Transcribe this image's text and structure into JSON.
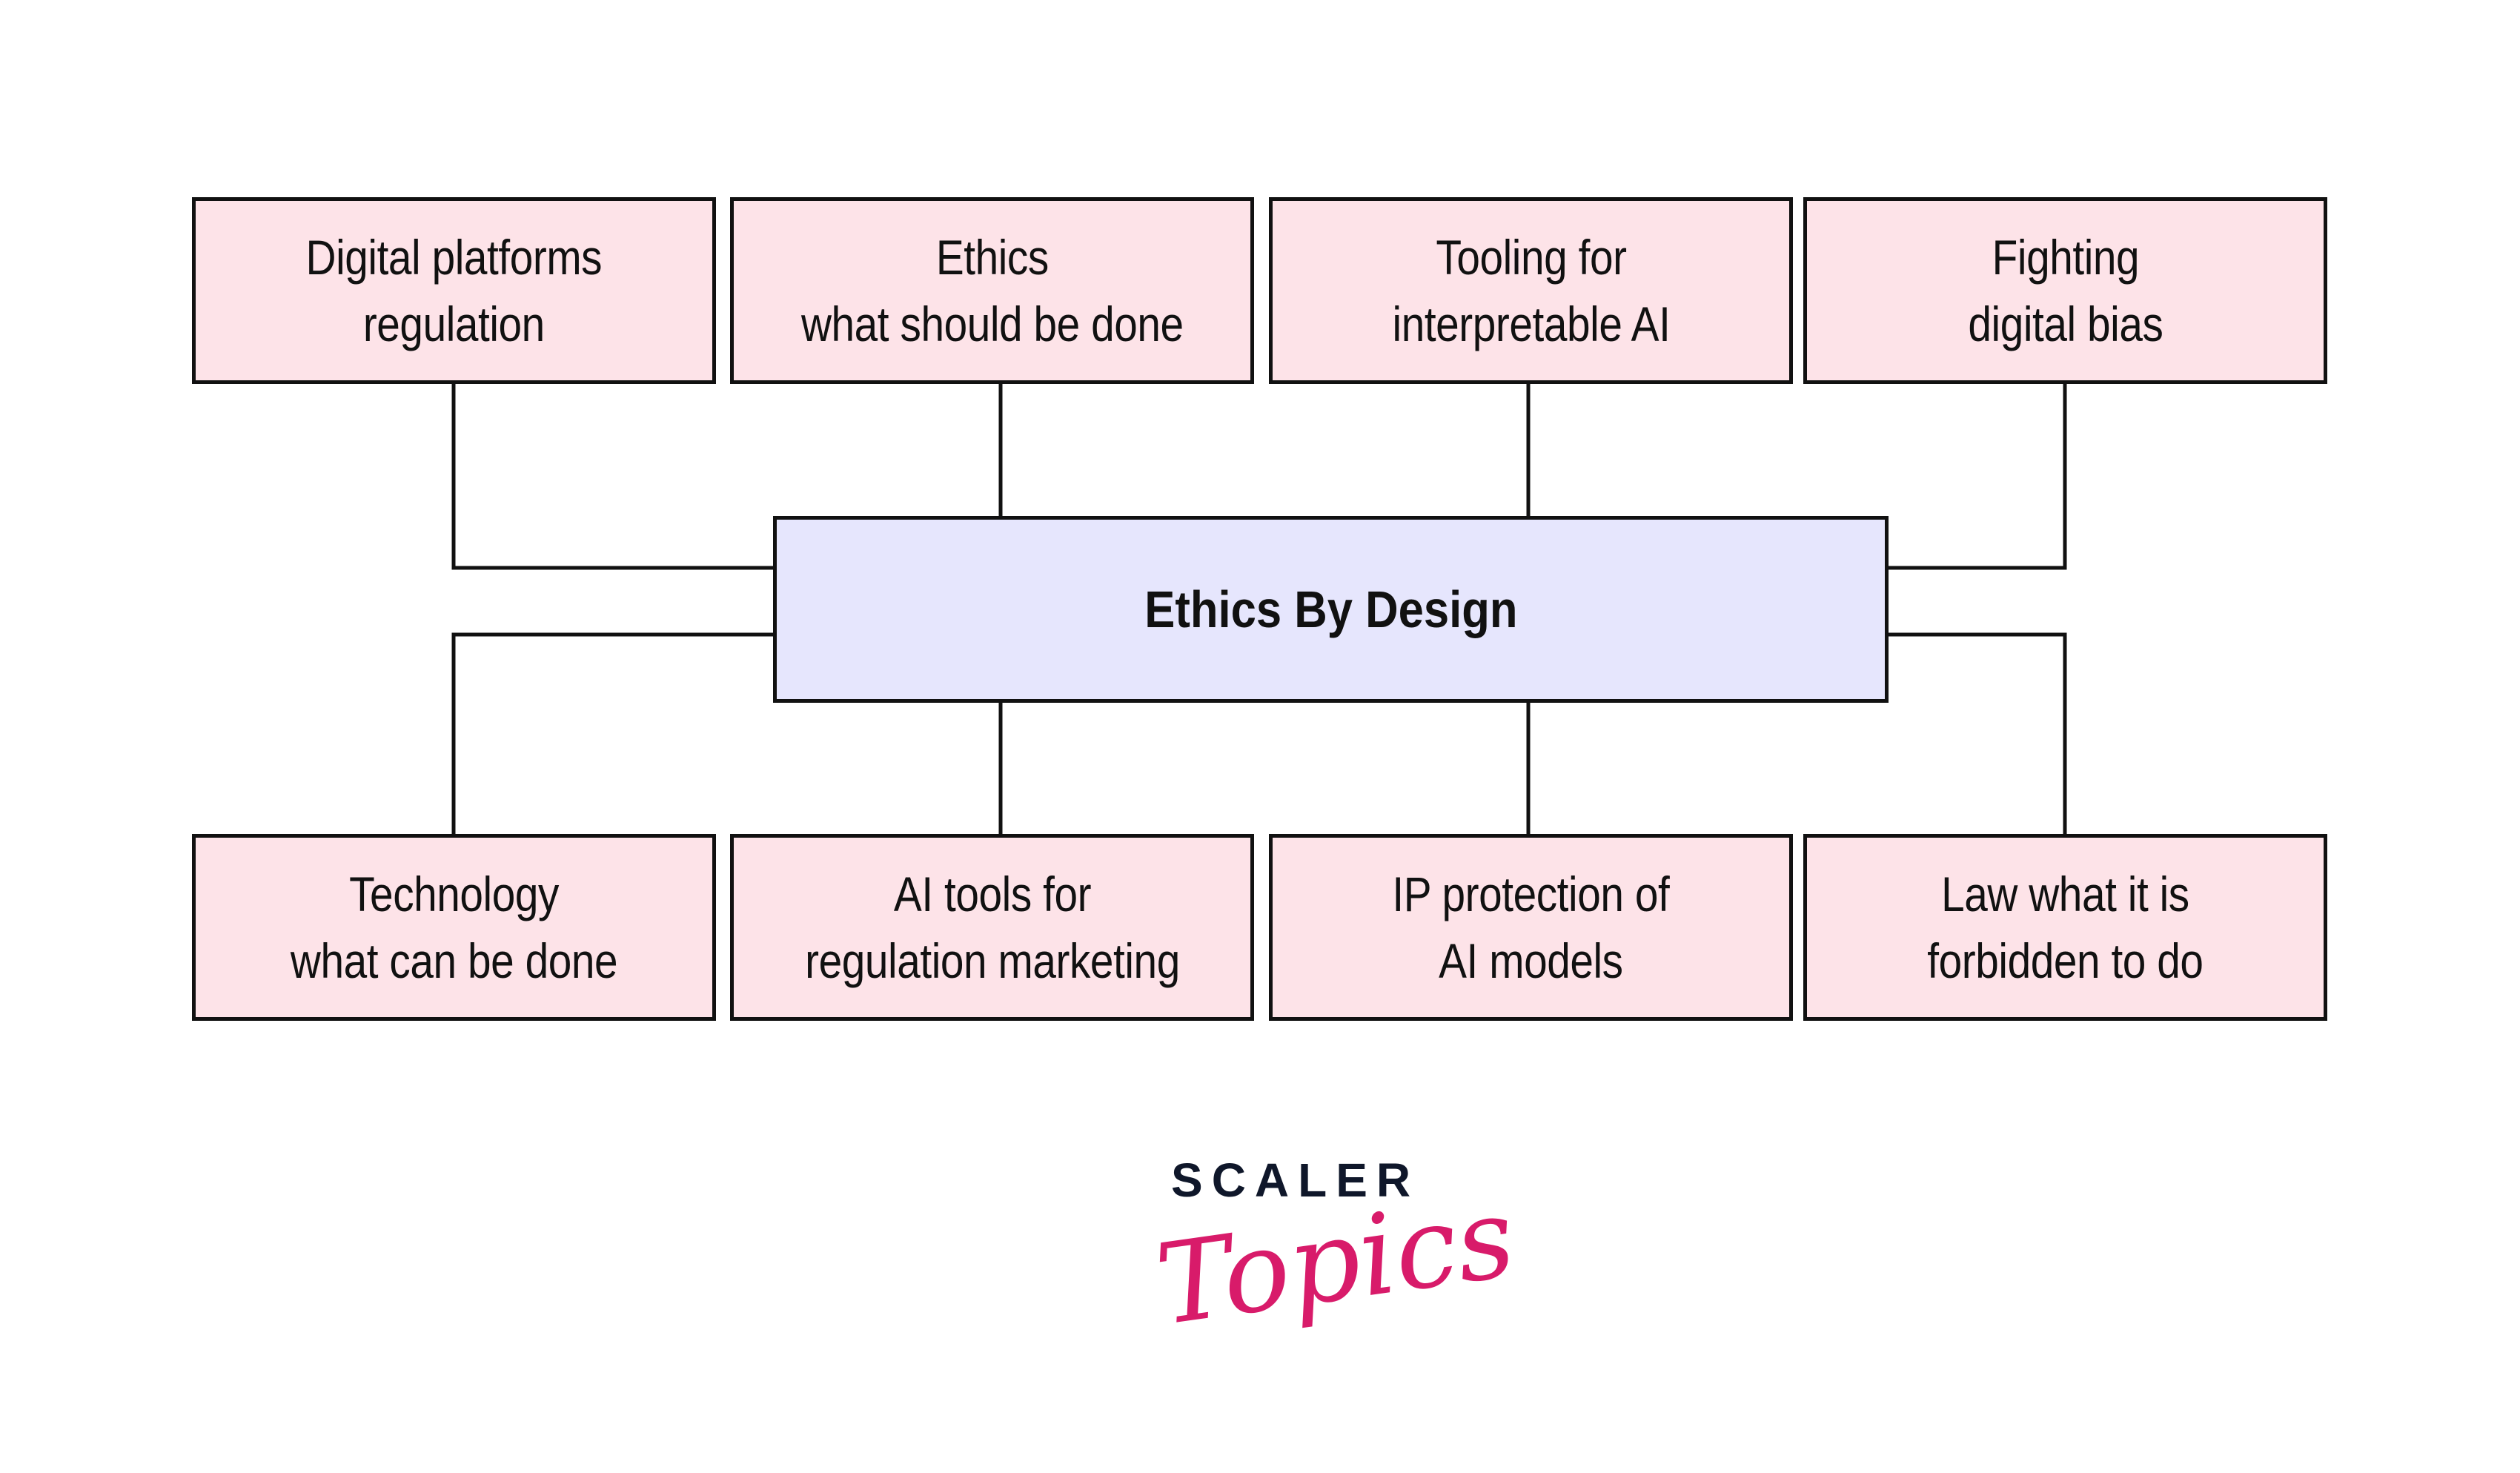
{
  "diagram": {
    "title": "Ethics By Design",
    "center": {
      "label": "Ethics By Design",
      "fill": "#e6e6fd"
    },
    "leaf_fill": "#fde3e8",
    "top_nodes": [
      {
        "label": "Digital platforms\nregulation"
      },
      {
        "label": "Ethics\nwhat should be done"
      },
      {
        "label": "Tooling for\ninterpretable AI"
      },
      {
        "label": "Fighting\ndigital bias"
      }
    ],
    "bottom_nodes": [
      {
        "label": "Technology\nwhat can be done"
      },
      {
        "label": "AI tools for\nregulation marketing"
      },
      {
        "label": "IP protection of\nAI models"
      },
      {
        "label": "Law what it is\nforbidden to do"
      }
    ],
    "edges": [
      {
        "from": "center",
        "to": "top_nodes.0"
      },
      {
        "from": "center",
        "to": "top_nodes.1"
      },
      {
        "from": "center",
        "to": "top_nodes.2"
      },
      {
        "from": "center",
        "to": "top_nodes.3"
      },
      {
        "from": "center",
        "to": "bottom_nodes.0"
      },
      {
        "from": "center",
        "to": "bottom_nodes.1"
      },
      {
        "from": "center",
        "to": "bottom_nodes.2"
      },
      {
        "from": "center",
        "to": "bottom_nodes.3"
      }
    ]
  },
  "logo": {
    "brand": "SCALER",
    "script": "Topics",
    "brand_color": "#0f172a",
    "script_color": "#d81b6a"
  }
}
